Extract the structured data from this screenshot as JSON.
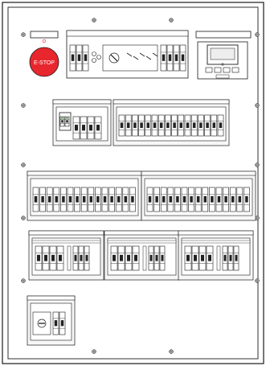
{
  "panel": {
    "estop_label": "E-STOP"
  },
  "colors": {
    "outline": "#1a1a1a",
    "estop_red": "#e8262d",
    "accent_green": "#3a9a3a",
    "panel_fill": "#ffffff",
    "module_fill": "#f7f7f7"
  },
  "layout_description": {
    "top_row": [
      "emergency-stop",
      "main-switch-assembly",
      "power-meter"
    ],
    "row2_groups": [
      "rcd-group",
      "mcb-bank-16"
    ],
    "row3_groups": [
      "mcb-bank-left",
      "mcb-bank-right"
    ],
    "row4_groups": [
      "rcbo-group-1",
      "rcbo-group-2",
      "rcbo-group-3"
    ],
    "bottom": [
      "rotary-isolator"
    ]
  }
}
